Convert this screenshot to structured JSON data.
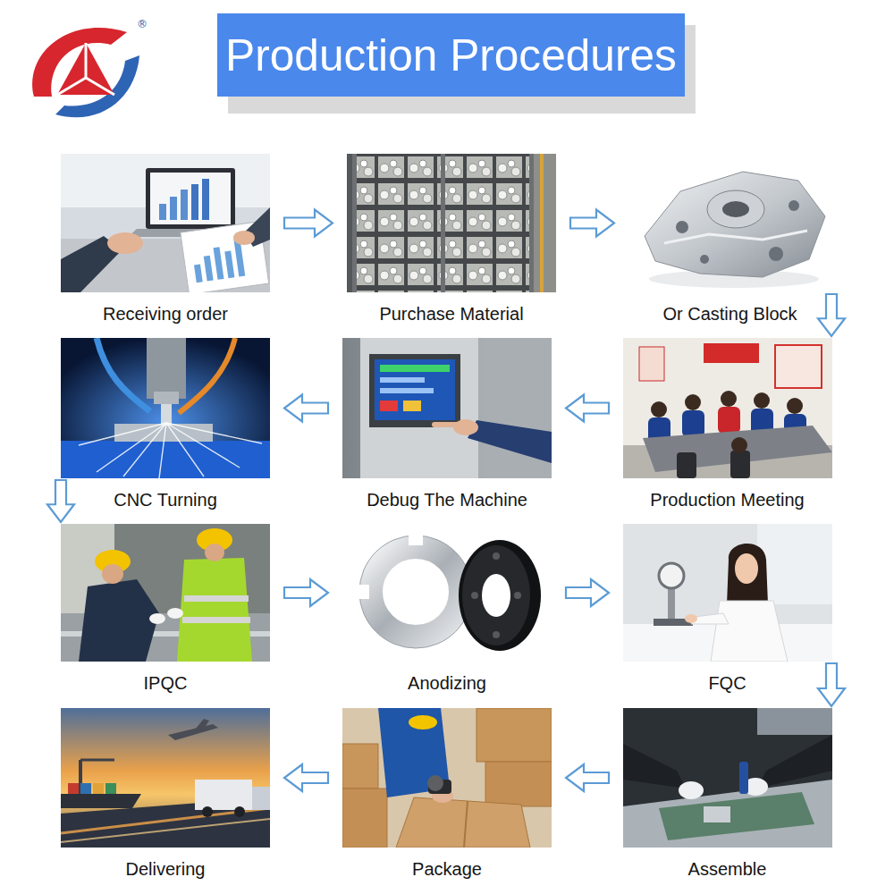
{
  "diagram": {
    "title": "Production Procedures",
    "nodes": [
      {
        "text": [
          "Receiving order"
        ]
      },
      {
        "text": [
          "Purchase Material"
        ]
      },
      {
        "text": [
          "Or Casting Block"
        ]
      },
      {
        "text": [
          "Production Meeting"
        ]
      },
      {
        "text": [
          "Debug The Machine"
        ]
      },
      {
        "text": [
          "CNC Turning"
        ]
      },
      {
        "text": [
          "IPQC"
        ]
      },
      {
        "text": [
          "Anodizing"
        ]
      },
      {
        "text": [
          "FQC"
        ]
      },
      {
        "text": [
          "Assemble"
        ]
      },
      {
        "text": [
          "Package"
        ]
      },
      {
        "text": [
          "Delivering"
        ]
      }
    ],
    "edges": [
      {
        "from": 0,
        "to": 1,
        "arrow": "to"
      },
      {
        "from": 1,
        "to": 2,
        "arrow": "to"
      },
      {
        "from": 2,
        "to": 3,
        "arrow": "to"
      },
      {
        "from": 3,
        "to": 4,
        "arrow": "to"
      },
      {
        "from": 4,
        "to": 5,
        "arrow": "to"
      },
      {
        "from": 5,
        "to": 6,
        "arrow": "to"
      },
      {
        "from": 6,
        "to": 7,
        "arrow": "to"
      },
      {
        "from": 7,
        "to": 8,
        "arrow": "to"
      },
      {
        "from": 8,
        "to": 9,
        "arrow": "to"
      },
      {
        "from": 9,
        "to": 10,
        "arrow": "to"
      },
      {
        "from": 10,
        "to": 11,
        "arrow": "to"
      }
    ],
    "labels": [
      "®"
    ]
  }
}
